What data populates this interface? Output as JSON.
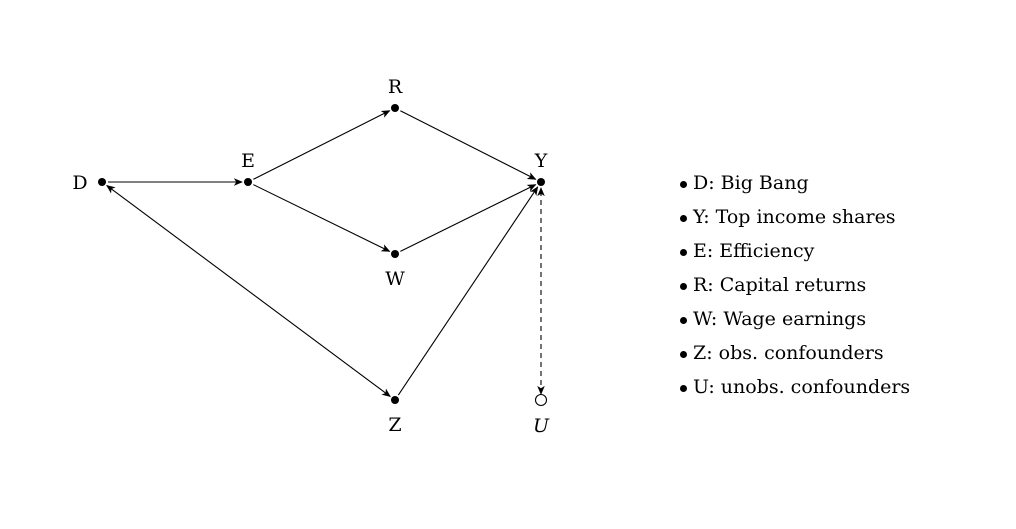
{
  "diagram": {
    "nodes": [
      {
        "id": "D",
        "label": "D",
        "style": "filled"
      },
      {
        "id": "E",
        "label": "E",
        "style": "filled"
      },
      {
        "id": "R",
        "label": "R",
        "style": "filled"
      },
      {
        "id": "W",
        "label": "W",
        "style": "filled"
      },
      {
        "id": "Y",
        "label": "Y",
        "style": "filled"
      },
      {
        "id": "Z",
        "label": "Z",
        "style": "filled"
      },
      {
        "id": "U",
        "label": "U",
        "style": "hollow"
      }
    ],
    "edges": [
      {
        "from": "D",
        "to": "E",
        "type": "directed"
      },
      {
        "from": "E",
        "to": "R",
        "type": "directed"
      },
      {
        "from": "E",
        "to": "W",
        "type": "directed"
      },
      {
        "from": "R",
        "to": "Y",
        "type": "directed"
      },
      {
        "from": "W",
        "to": "Y",
        "type": "directed"
      },
      {
        "from": "Z",
        "to": "Y",
        "type": "directed"
      },
      {
        "from": "D",
        "to": "Z",
        "type": "bidirected"
      },
      {
        "from": "U",
        "to": "Y",
        "type": "bidirected-dashed"
      }
    ],
    "colors": {
      "ink": "#000000",
      "background": "#ffffff"
    }
  },
  "legend": {
    "items": [
      "D: Big Bang",
      "Y: Top income shares",
      "E: Efficiency",
      "R: Capital returns",
      "W: Wage earnings",
      "Z: obs. confounders",
      "U: unobs. confounders"
    ]
  }
}
